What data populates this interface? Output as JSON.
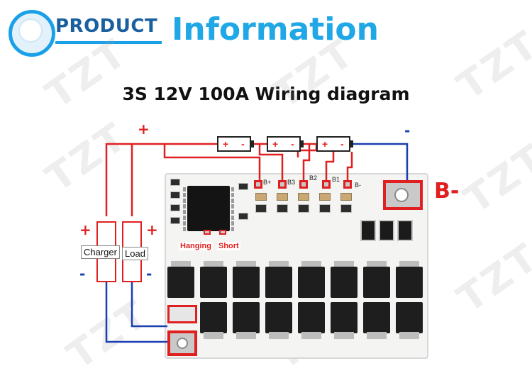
{
  "header": {
    "product_label": "PRODUCT",
    "info_label": "Information",
    "title": "3S 12V 100A Wiring diagram"
  },
  "watermark": "TZT",
  "wiring": {
    "plus_sign": "+",
    "minus_sign": "-",
    "b_minus_label": "B-",
    "charger_label": "Charger",
    "load_label": "Load",
    "hanging_label": "Hanging",
    "short_label": "Short",
    "balance_pads": [
      "B+",
      "B3",
      "B2",
      "B1",
      "B-"
    ],
    "cells": [
      {
        "plus": "+",
        "minus": "-"
      },
      {
        "plus": "+",
        "minus": "-"
      },
      {
        "plus": "+",
        "minus": "-"
      }
    ]
  },
  "colors": {
    "positive_wire": "#e02020",
    "negative_wire": "#1a3fb0",
    "brand_blue": "#1fa7e6"
  }
}
